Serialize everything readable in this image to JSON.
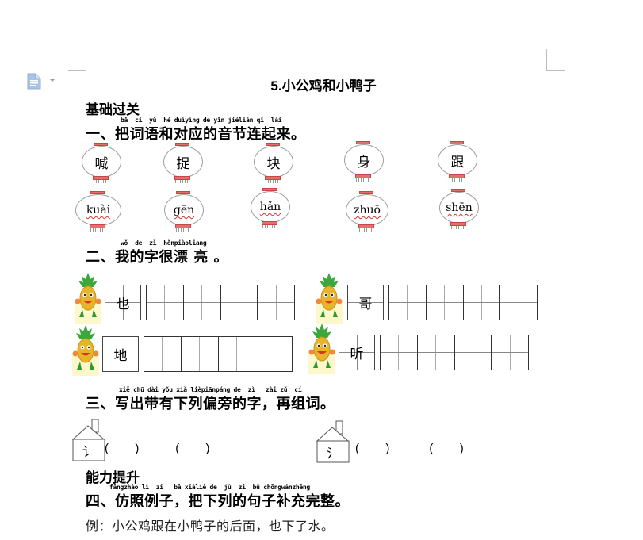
{
  "toolbar": {
    "doc_icon": "document-icon",
    "dropdown_icon": "caret-down-icon"
  },
  "document": {
    "title": "5.小公鸡和小鸭子",
    "section_basic": "基础过关",
    "q1": {
      "pinyin": "bǎ  cí  yǔ  hé duìyìng de yīn jiélián qǐ  lái",
      "heading": "一、把词语和对应的音节连起来。",
      "characters": [
        "喊",
        "捉",
        "块",
        "身",
        "跟"
      ],
      "syllables": [
        "kuài",
        "gēn",
        "hǎn",
        "zhuō",
        "shēn"
      ]
    },
    "q2": {
      "pinyin": "wǒ  de  zì  hěnpiàoliang",
      "heading": "二、我的字很漂 亮 。",
      "rows": [
        {
          "char": "也"
        },
        {
          "char": "哥"
        },
        {
          "char": "地"
        },
        {
          "char": "听"
        }
      ]
    },
    "q3": {
      "pinyin": "xiě chū dài yǒu xià lièpiānpáng de  zì   zài zǔ  cí",
      "heading": "三、写出带有下列偏旁的字，再组词。",
      "radicals": [
        "讠",
        "氵"
      ],
      "blank_pattern_left": "(        )_____ (        ) _____",
      "blank_pattern_right": "(        ) _____ (        ) _____"
    },
    "section_advanced": "能力提升",
    "q4": {
      "pinyin": "fǎngzhào lì  zi   bǎ xiàliè de  jù  zi  bǔ chōngwánzhěng",
      "heading": "四、仿照例子，把下列的句子补充完整。",
      "example": "例：小公鸡跟在小鸭子的后面，也下了水。"
    }
  }
}
